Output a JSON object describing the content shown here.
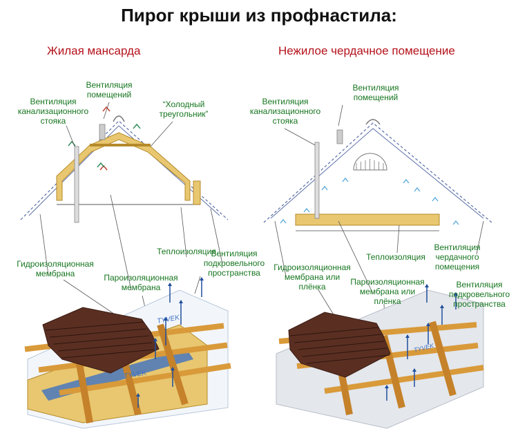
{
  "title": "Пирог крыши из профнастила:",
  "left": {
    "subtitle": "Жилая мансарда",
    "labels": {
      "sewer_vent": "Вентиляция\nканализационного\nстояка",
      "room_vent": "Вентиляция\nпомещений",
      "cold_triangle": "“Холодный\nтреугольник”",
      "insulation": "Теплоизоляция",
      "waterproof": "Гидроизоляционная\nмембрана",
      "vapor": "Пароизоляционная\nмембрана",
      "underroof_vent": "Вентиляция\nподкровельного\nпространства"
    }
  },
  "right": {
    "subtitle": "Нежилое чердачное помещение",
    "labels": {
      "sewer_vent": "Вентиляция\nканализационного\nстояка",
      "room_vent": "Вентиляция\nпомещений",
      "insulation": "Теплоизоляция",
      "waterproof": "Гидроизоляционная\nмембрана или\nплёнка",
      "vapor": "Пароизоляционная\nмембрана или\nплёнка",
      "attic_vent": "Вентиляция\nчердачного\nпомещения",
      "underroof_vent": "Вентиляция\nподкровельного\nпространства"
    }
  },
  "membrane_brand": "TYVEK",
  "colors": {
    "label": "#16751f",
    "subtitle": "#b5121b",
    "line": "#5a6fa8",
    "insulation": "#e8c770",
    "timber": "#d99a3a",
    "tile": "#5a2f22",
    "arrow": "#1f4d9c"
  }
}
